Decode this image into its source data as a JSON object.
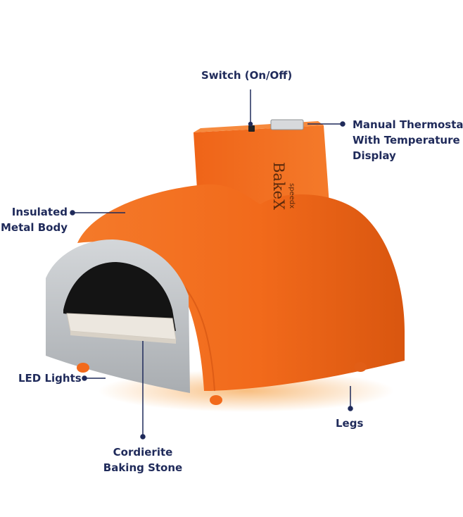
{
  "colors": {
    "label_text": "#1f2a5a",
    "oven_body": "#f26a1b",
    "oven_shadow": "#c94c0e",
    "door_frame": "#bfc3c7",
    "baking_stone": "#ece7df",
    "led_glow": "#f7b36a"
  },
  "oven": {
    "brand_name": "BakeX",
    "brand_sub": "speedx"
  },
  "labels": {
    "switch": "Switch (On/Off)",
    "thermostat_line1": "Manual Thermostat",
    "thermostat_line2": "With Temperature",
    "thermostat_line3": "Display",
    "body_line1": "Insulated",
    "body_line2": "Metal Body",
    "led": "LED Lights",
    "legs": "Legs",
    "stone_line1": "Cordierite",
    "stone_line2": "Baking Stone"
  }
}
